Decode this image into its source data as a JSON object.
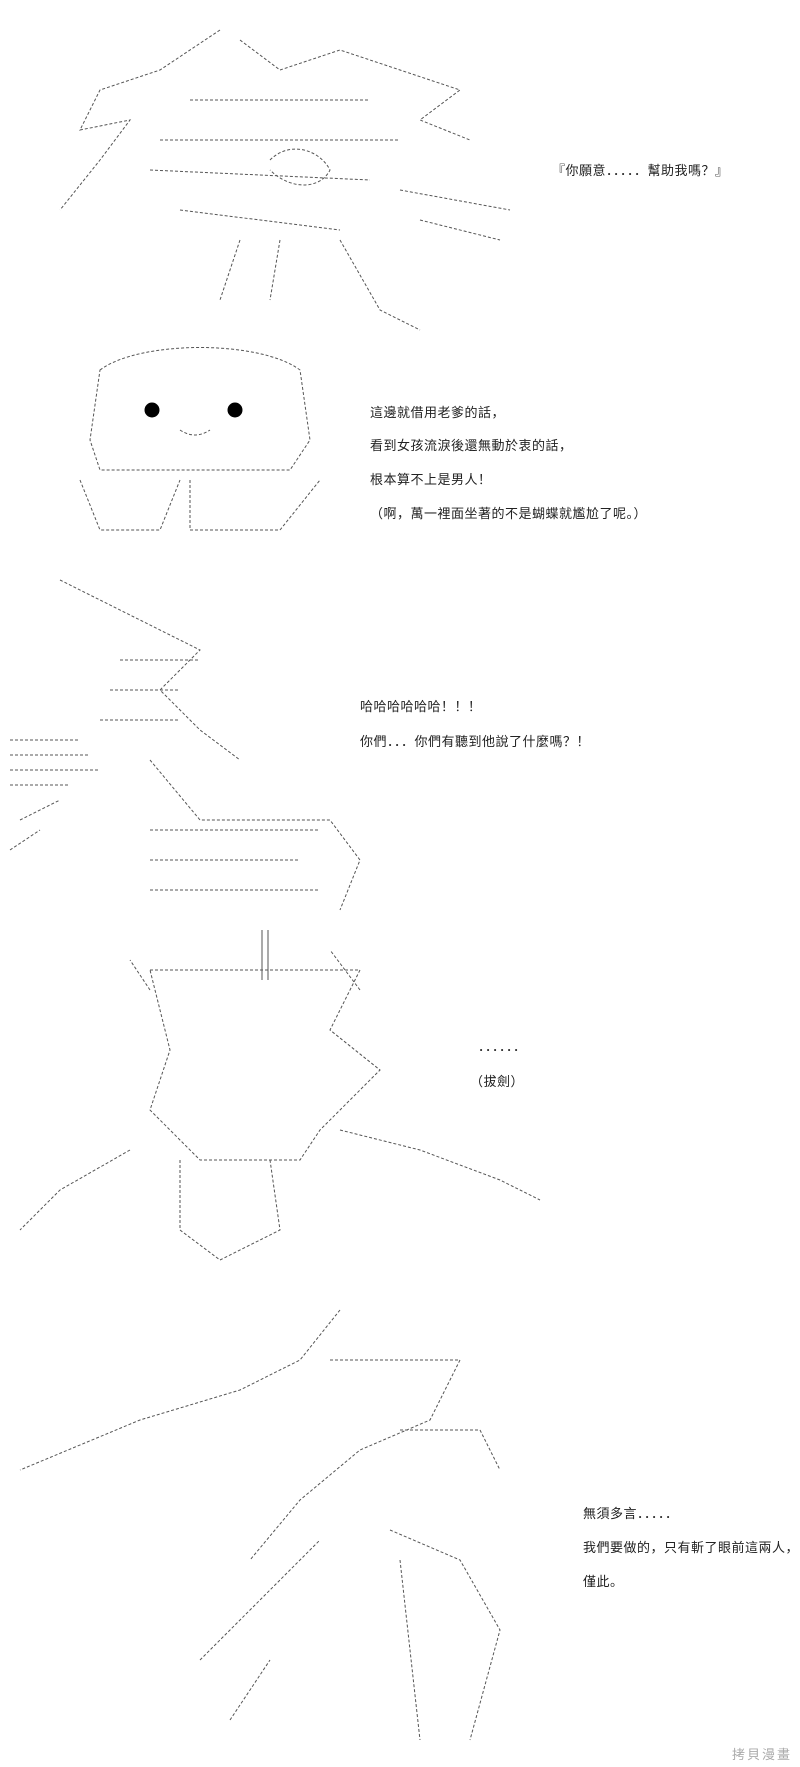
{
  "panels": [
    {
      "lines": [
        "『你願意．．．．．幫助我嗎？』"
      ]
    },
    {
      "lines": [
        "這邊就借用老爹的話，",
        "看到女孩流淚後還無動於衷的話，",
        "根本算不上是男人！",
        "（啊，萬一裡面坐著的不是蝴蝶就尷尬了呢。）"
      ]
    },
    {
      "lines": [
        "哈哈哈哈哈哈！！！",
        "你們．．．你們有聽到他說了什麼嗎？！"
      ]
    },
    {
      "lines": [
        "．．．．．．",
        "（拔劍）"
      ]
    },
    {
      "lines": [
        "無須多言．．．．．",
        "我們要做的，只有斬了眼前這兩人，",
        "僅此。"
      ]
    }
  ],
  "watermark": "拷貝漫畫"
}
